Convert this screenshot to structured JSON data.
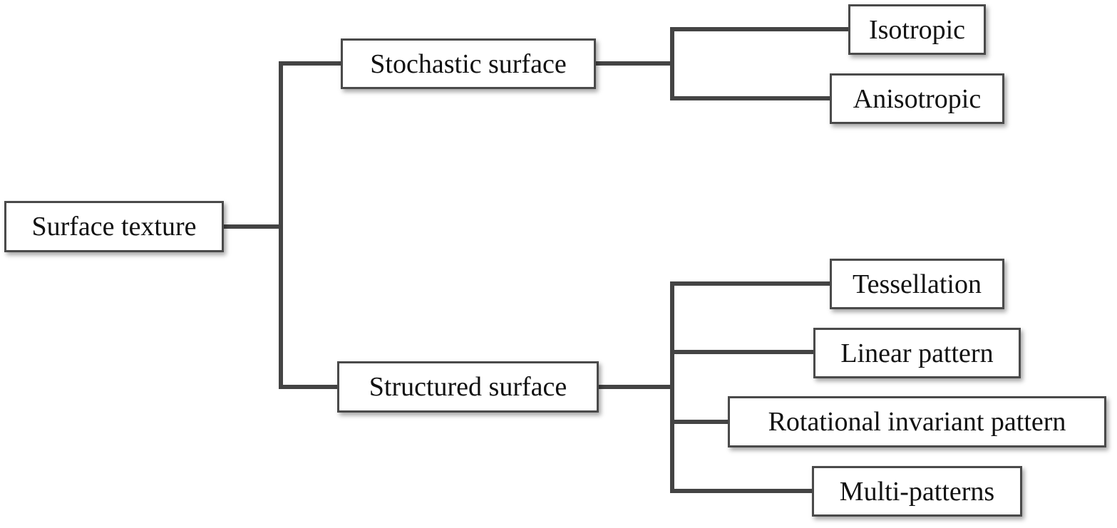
{
  "diagram": {
    "root": {
      "label": "Surface texture"
    },
    "branches": [
      {
        "label": "Stochastic surface",
        "children": [
          "Isotropic",
          "Anisotropic"
        ]
      },
      {
        "label": "Structured surface",
        "children": [
          "Tessellation",
          "Linear pattern",
          "Rotational invariant pattern",
          "Multi-patterns"
        ]
      }
    ],
    "colors": {
      "connector": "#444444",
      "box_border": "#4a4a4a",
      "text": "#111111",
      "background": "#ffffff"
    }
  }
}
